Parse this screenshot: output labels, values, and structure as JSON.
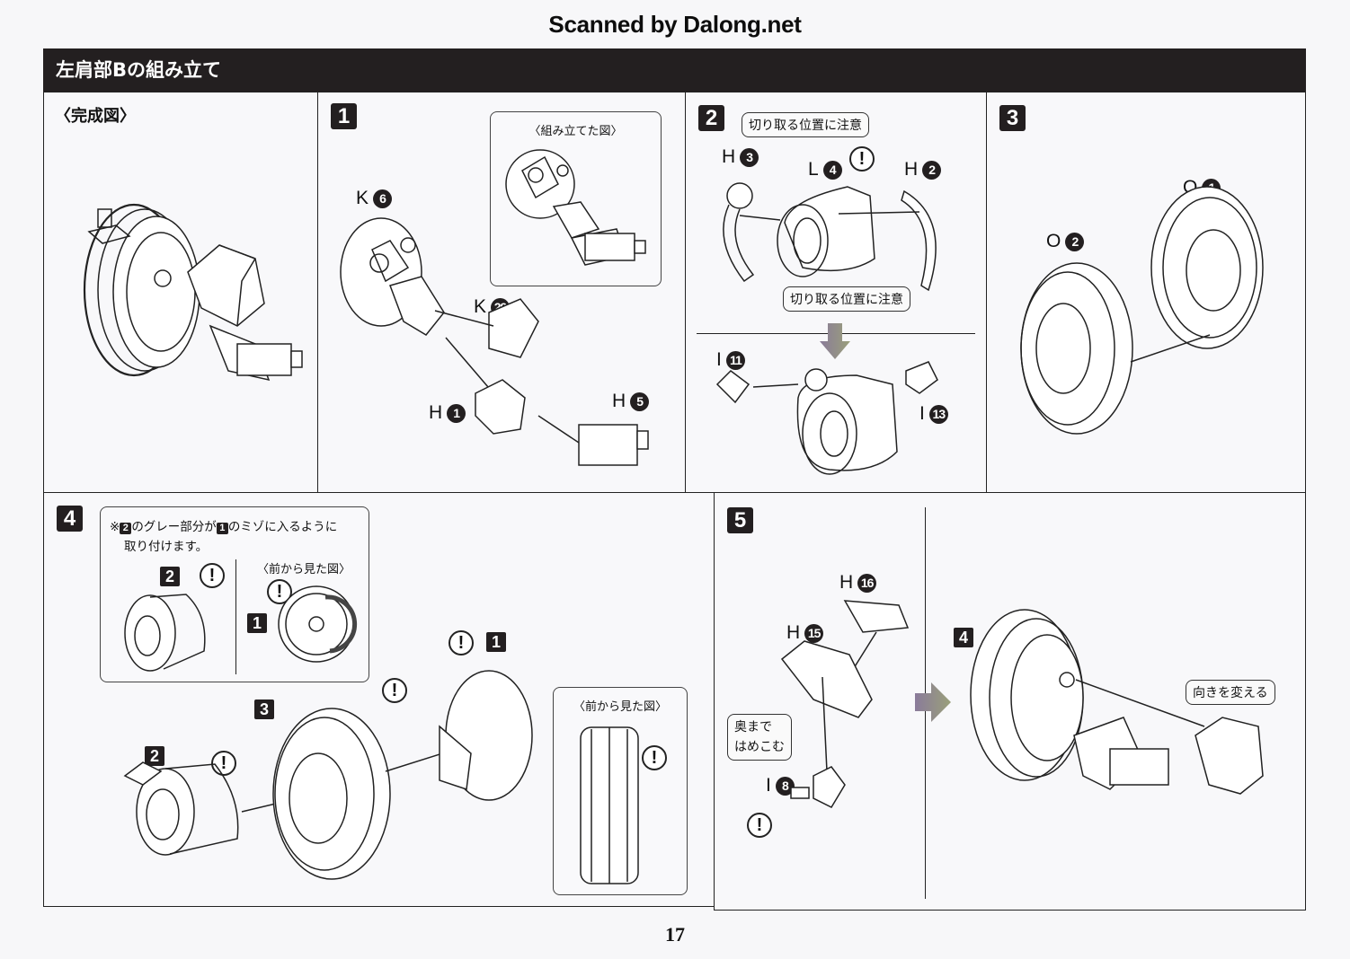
{
  "scan_credit": "Scanned by Dalong.net",
  "title": "左肩部Bの組み立て",
  "page_number": "17",
  "accent_colors": {
    "title_bar": "#231f20",
    "step_badge": "#231f20",
    "arrow_gradient": [
      "#8a7b9a",
      "#9aa07a"
    ]
  },
  "completed_view": {
    "heading": "〈完成図〉"
  },
  "steps": [
    {
      "number": "1",
      "inset_caption": "〈組み立てた図〉",
      "parts": [
        {
          "runner": "K",
          "num": "6"
        },
        {
          "runner": "K",
          "num": "29"
        },
        {
          "runner": "H",
          "num": "1"
        },
        {
          "runner": "H",
          "num": "5"
        }
      ]
    },
    {
      "number": "2",
      "callouts": [
        "切り取る位置に注意",
        "切り取る位置に注意"
      ],
      "parts": [
        {
          "runner": "H",
          "num": "3"
        },
        {
          "runner": "L",
          "num": "4"
        },
        {
          "runner": "H",
          "num": "2"
        },
        {
          "runner": "I",
          "num": "11"
        },
        {
          "runner": "I",
          "num": "13"
        }
      ],
      "warning_icon": "!"
    },
    {
      "number": "3",
      "parts": [
        {
          "runner": "O",
          "num": "1"
        },
        {
          "runner": "O",
          "num": "2"
        }
      ]
    },
    {
      "number": "4",
      "note_line1_prefix": "※",
      "note_line1_ref_a": "2",
      "note_line1_mid": "のグレー部分が",
      "note_line1_ref_b": "1",
      "note_line1_suffix": "のミゾに入るように",
      "note_line2": "取り付けます。",
      "front_view_caption": "〈前から見た図〉",
      "tire_front_view_caption": "〈前から見た図〉",
      "sub_refs": [
        "2",
        "1",
        "3",
        "2",
        "1"
      ],
      "warning_icon": "!"
    },
    {
      "number": "5",
      "parts": [
        {
          "runner": "H",
          "num": "16"
        },
        {
          "runner": "H",
          "num": "15"
        },
        {
          "runner": "I",
          "num": "8"
        }
      ],
      "callout_push": [
        "奥まで",
        "はめこむ"
      ],
      "sub_ref": "4",
      "callout_rotate": "向きを変える",
      "warning_icon": "!"
    }
  ]
}
